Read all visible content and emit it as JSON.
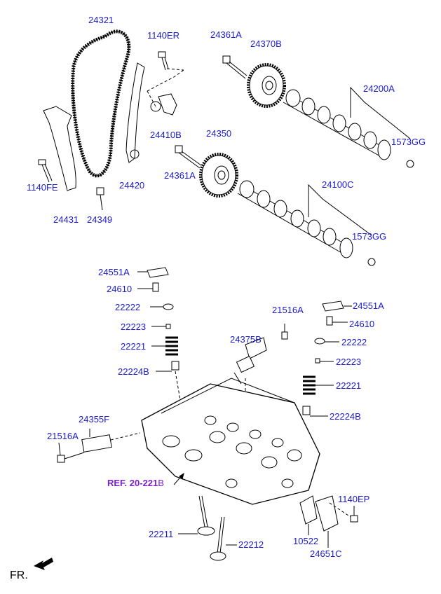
{
  "labels": {
    "p24321": "24321",
    "p1140ER": "1140ER",
    "p24361A_top": "24361A",
    "p24370B": "24370B",
    "p24200A": "24200A",
    "p24410B": "24410B",
    "p24350": "24350",
    "p1573GG_top": "1573GG",
    "p24361A_mid": "24361A",
    "p1140FE": "1140FE",
    "p24420": "24420",
    "p24100C": "24100C",
    "p24431": "24431",
    "p24349": "24349",
    "p1573GG_bot": "1573GG",
    "p24551A_left": "24551A",
    "p24610_left": "24610",
    "p22222_left": "22222",
    "p22223_left": "22223",
    "p22221_left": "22221",
    "p22224B_left": "22224B",
    "p21516A_right": "21516A",
    "p24551A_right": "24551A",
    "p24610_right": "24610",
    "p22222_right": "22222",
    "p22223_right": "22223",
    "p22221_right": "22221",
    "p22224B_right": "22224B",
    "p24375B": "24375B",
    "p24355F": "24355F",
    "p21516A_left": "21516A",
    "p1140EP": "1140EP",
    "p22211": "22211",
    "p22212": "22212",
    "p10522": "10522",
    "p24651C": "24651C"
  },
  "ref": {
    "main": "REF. 20-221",
    "tail": "B"
  },
  "fr": "FR.",
  "colors": {
    "label": "#1a1ad0",
    "ref": "#7a1fd0",
    "line": "#000000"
  }
}
